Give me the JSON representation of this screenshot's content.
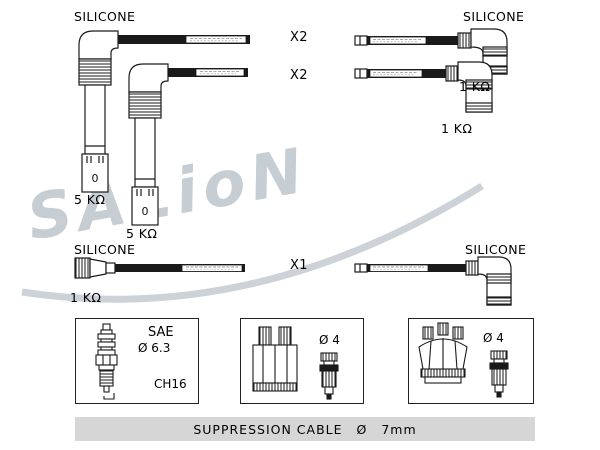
{
  "watermark": "SALioN",
  "rows": [
    {
      "left_material": "SILICONE",
      "left_resistance": "5 KΩ",
      "left_terminal_mark": "0",
      "quantity": "X2",
      "right_material": "SILICONE",
      "right_resistance": "1 KΩ"
    },
    {
      "left_resistance": "5 KΩ",
      "left_terminal_mark": "0",
      "quantity": "X2",
      "right_resistance": "1 KΩ"
    },
    {
      "left_material": "SILICONE",
      "left_resistance": "1 KΩ",
      "quantity": "X1",
      "right_material": "SILICONE"
    }
  ],
  "spec_boxes": {
    "spark_plug": {
      "standard": "SAE",
      "diameter": "Ø 6.3",
      "code": "CH16"
    },
    "distributor_connector": {
      "diameter": "Ø 4"
    },
    "distributor_cap": {
      "diameter": "Ø 4"
    }
  },
  "footer": {
    "label": "SUPPRESSION CABLE",
    "diameter_symbol": "Ø",
    "size": "7mm"
  }
}
